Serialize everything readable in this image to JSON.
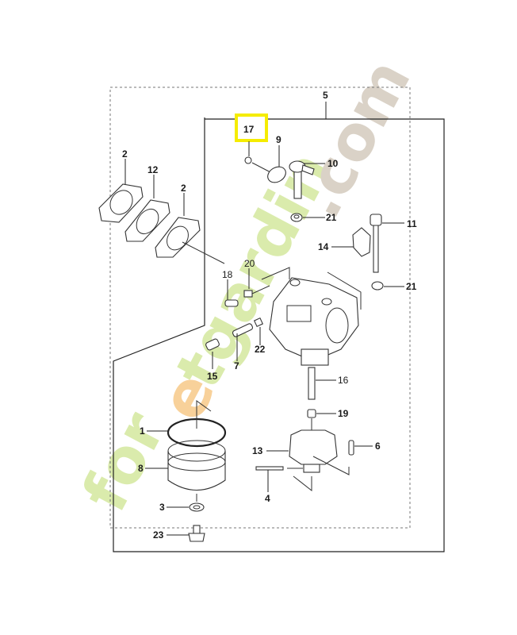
{
  "diagram": {
    "title": "Carburetor exploded parts diagram",
    "highlighted_part": "17",
    "highlight_color": "#f5ec00",
    "watermark": {
      "text_parts": [
        {
          "text": "for",
          "color": "#d9eaa8"
        },
        {
          "text": "e",
          "color": "#f8cf95"
        },
        {
          "text": "tgardin",
          "color": "#d9eaa8"
        },
        {
          "text": ".com",
          "color": "#d8d0c4"
        }
      ]
    },
    "labels": {
      "p1": "1",
      "p2a": "2",
      "p2b": "2",
      "p3": "3",
      "p4": "4",
      "p5": "5",
      "p6": "6",
      "p7": "7",
      "p8": "8",
      "p9": "9",
      "p10": "10",
      "p11": "11",
      "p12": "12",
      "p13": "13",
      "p14": "14",
      "p15": "15",
      "p16": "16",
      "p17": "17",
      "p18": "18",
      "p19": "19",
      "p20": "20",
      "p21a": "21",
      "p21b": "21",
      "p22": "22",
      "p23": "23"
    }
  }
}
